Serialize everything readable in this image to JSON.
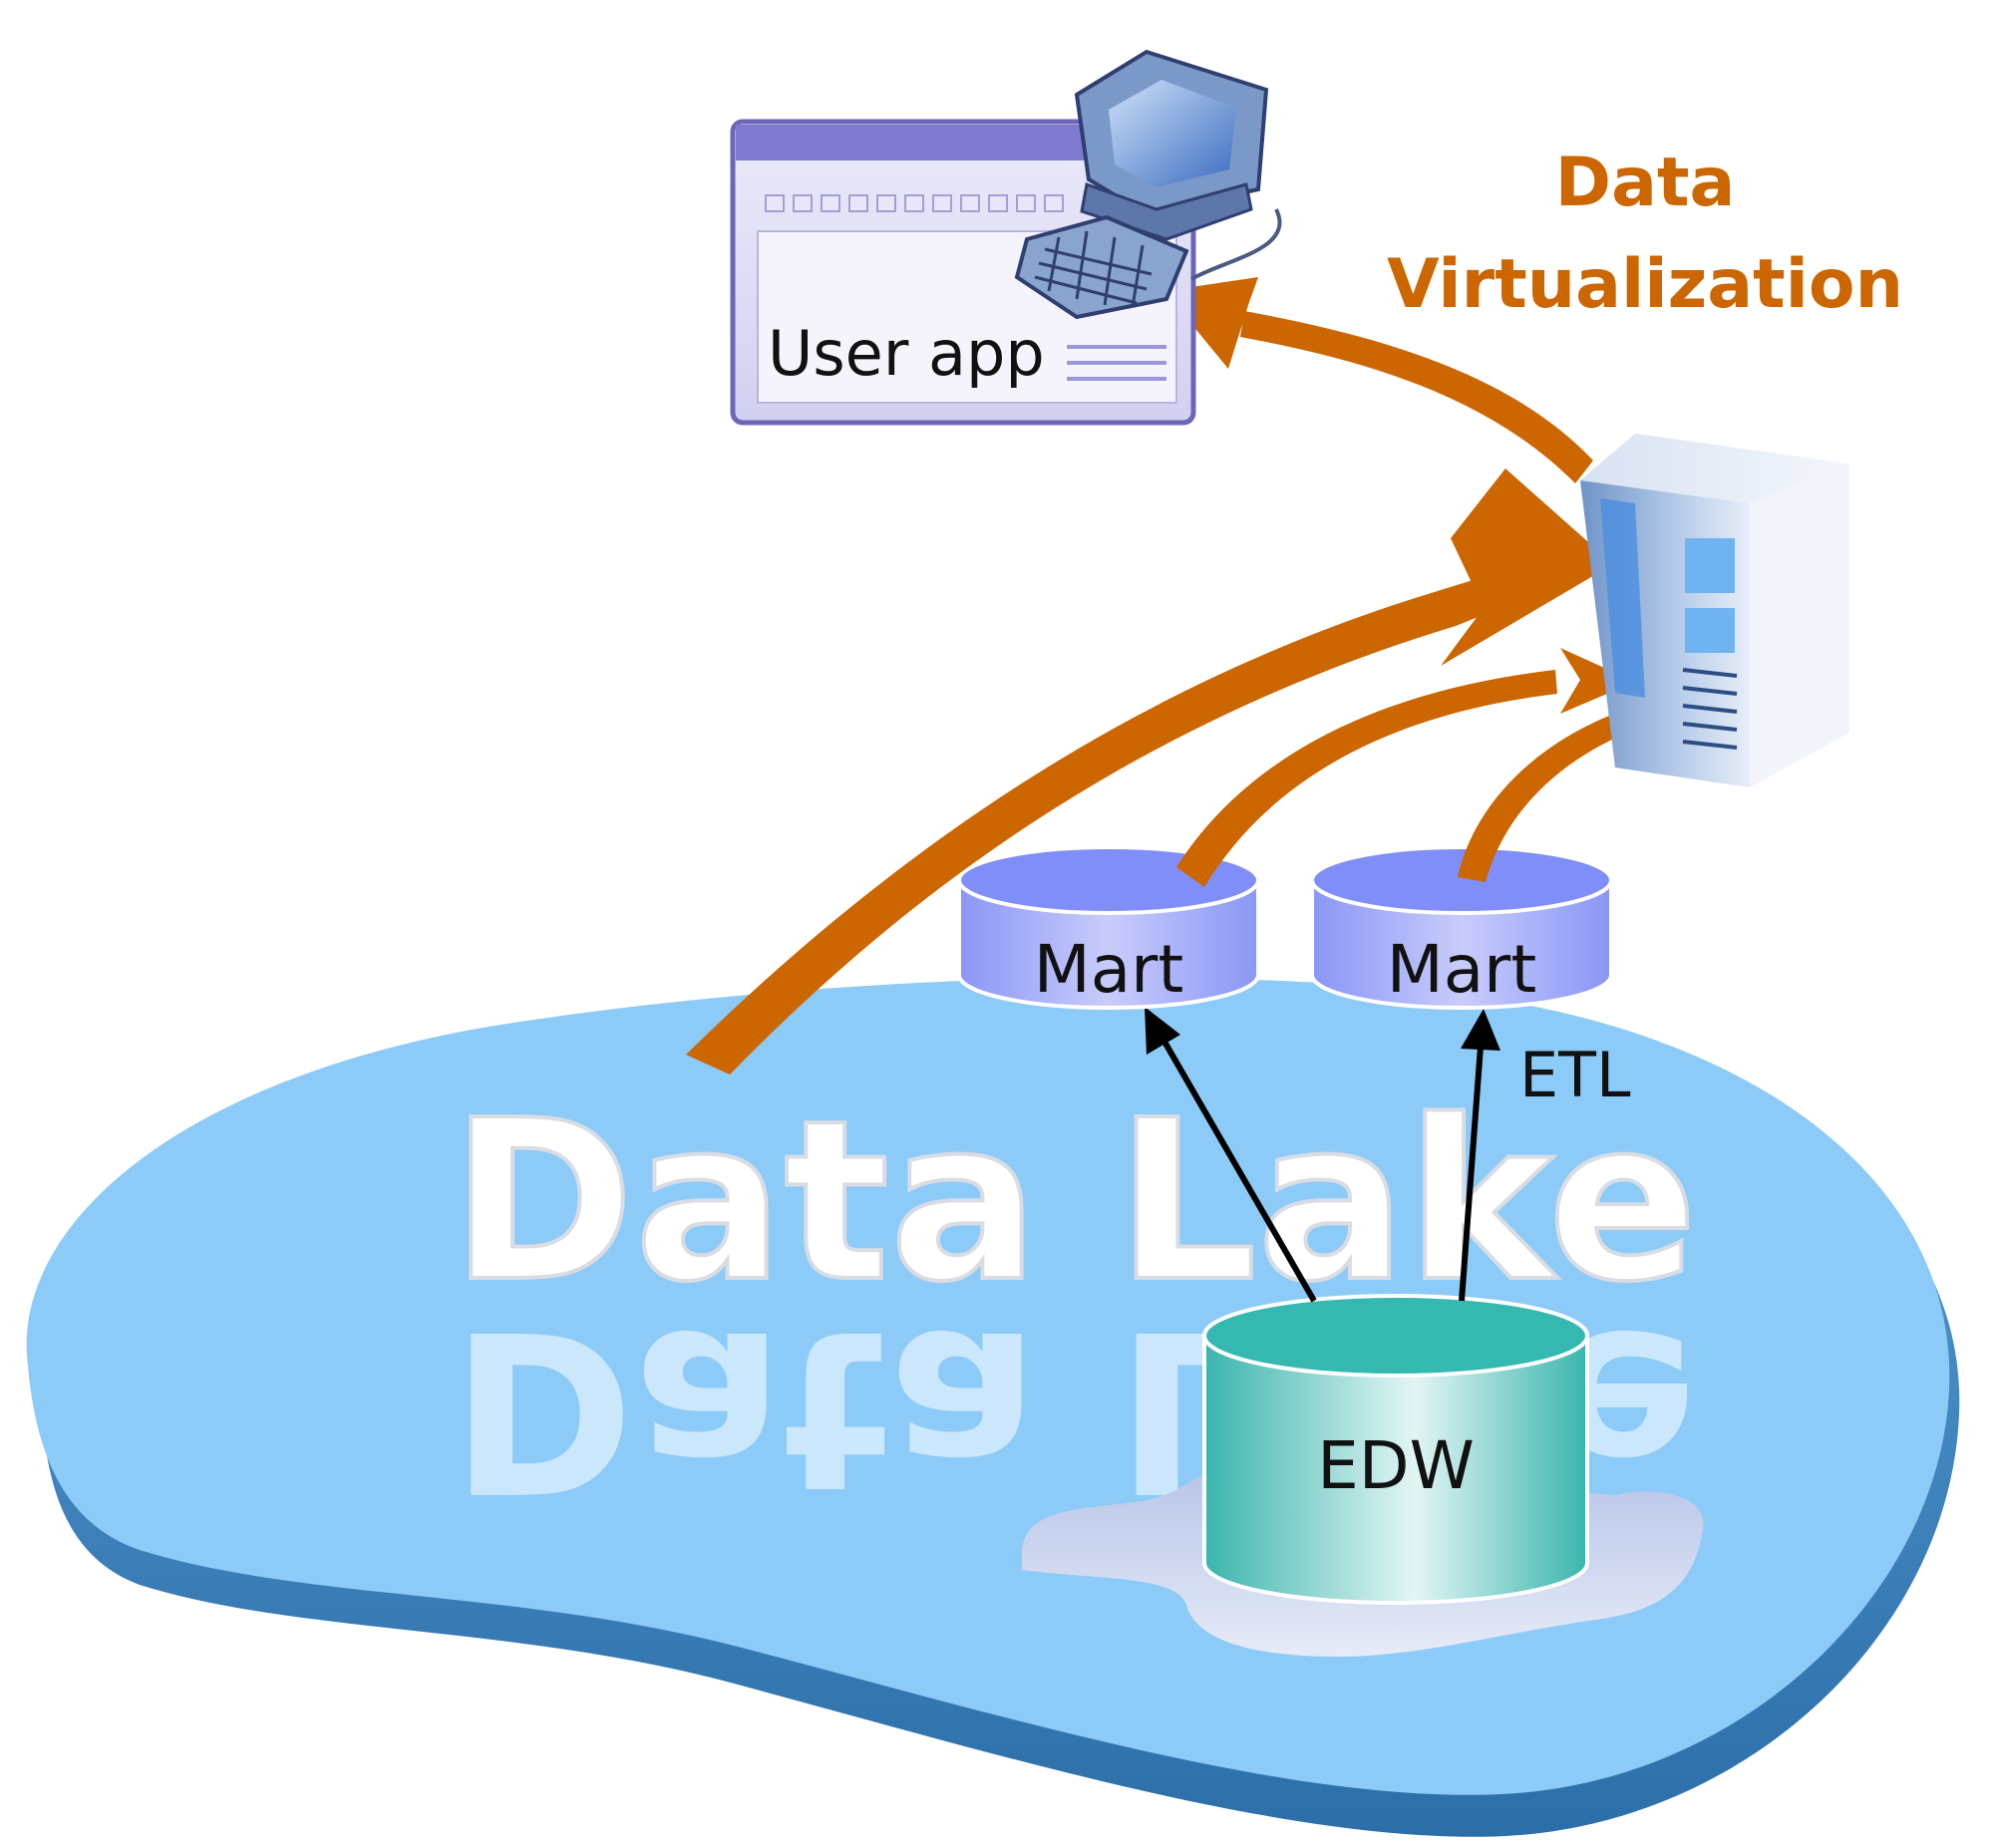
{
  "diagram": {
    "lake_label": "Data Lake",
    "user_app_label": "User app",
    "data_virtualization_line1": "Data",
    "data_virtualization_line2": "Virtualization",
    "mart_left_label": "Mart",
    "mart_right_label": "Mart",
    "etl_label": "ETL",
    "edw_label": "EDW"
  },
  "colors": {
    "accent_orange": "#cc6600",
    "lake_blue": "#8ccaf8",
    "mart_blue": "#8090f8",
    "edw_teal": "#35b8b0"
  },
  "icons": [
    "desktop-computer-icon",
    "server-tower-icon",
    "app-window-icon"
  ]
}
